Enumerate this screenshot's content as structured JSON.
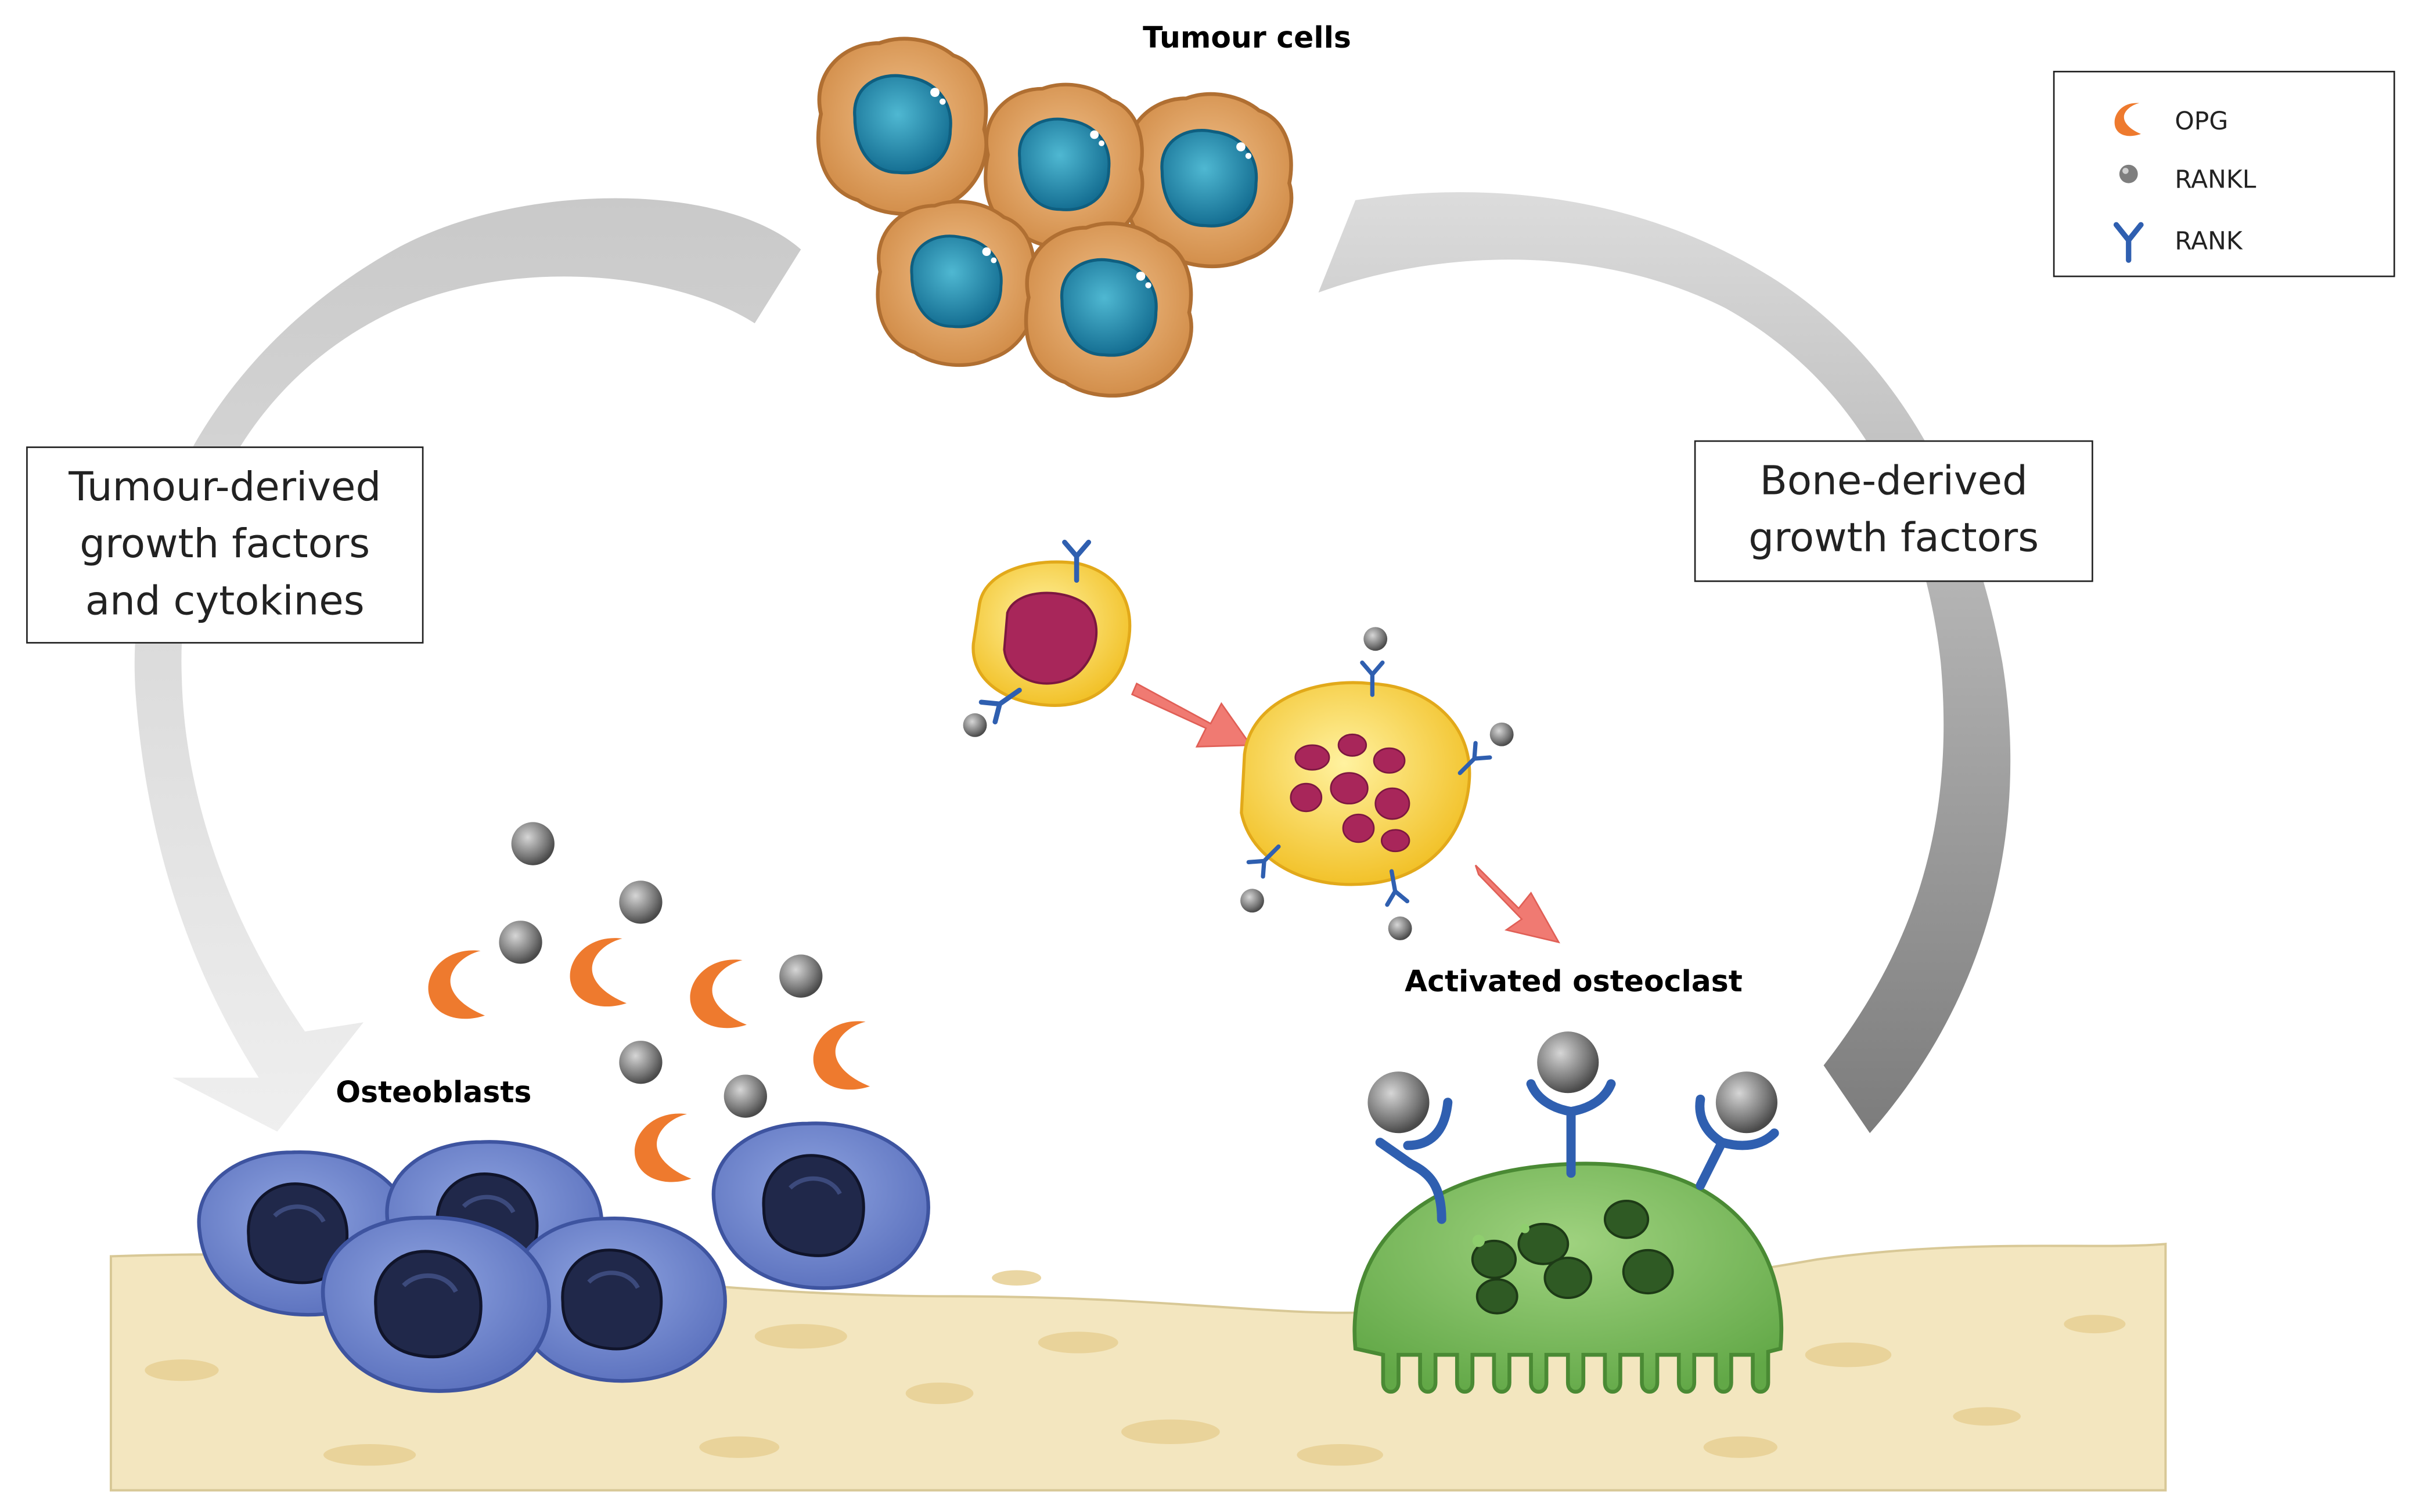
{
  "labels": {
    "tumour_cells": "Tumour cells",
    "osteoblasts": "Osteoblasts",
    "activated_osteoclast": "Activated osteoclast"
  },
  "boxes": {
    "tumour_derived": [
      "Tumour-derived",
      "growth factors",
      "and cytokines"
    ],
    "bone_derived": [
      "Bone-derived",
      "growth factors"
    ]
  },
  "legend": {
    "opg": "OPG",
    "rankl": "RANKL",
    "rank": "RANK"
  },
  "colors": {
    "tumour_cell": "#d99a55",
    "tumour_nucleus": "#1f8fb0",
    "osteoblast": "#6f87cf",
    "osteoclast": "#7bbb5e",
    "precursor": "#f6d13c",
    "nucleus_magenta": "#a8265a",
    "rank_receptor": "#2f5fb0",
    "opg": "#ee7a2e",
    "rankl": "#8a8a8a",
    "bone": "#f3e6bf",
    "arrow_red": "#f07a72"
  }
}
